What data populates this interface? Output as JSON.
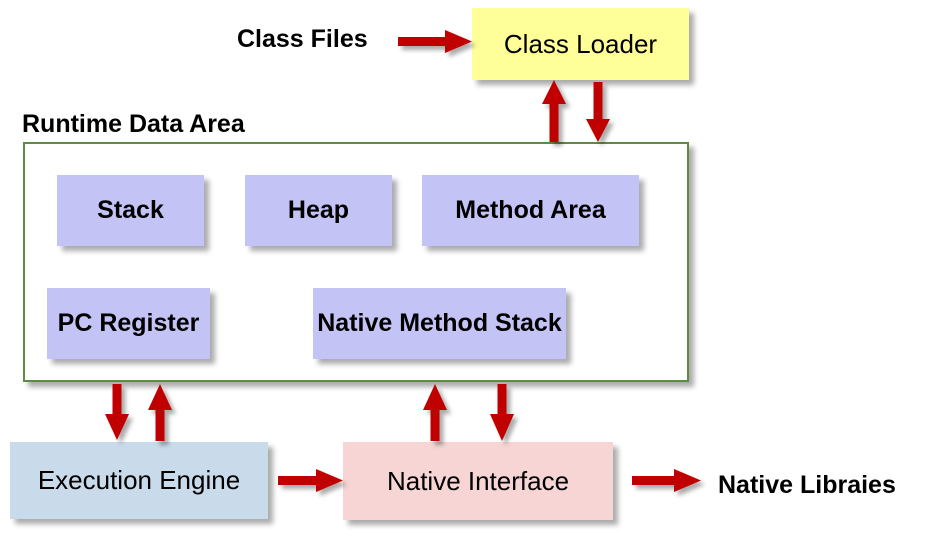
{
  "diagram": {
    "title": "JVM Architecture",
    "type": "block-diagram"
  },
  "labels": {
    "class_files": "Class Files",
    "runtime_data_area": "Runtime Data Area",
    "native_libraries": "Native Libraies"
  },
  "nodes": {
    "class_loader": "Class Loader",
    "stack": "Stack",
    "heap": "Heap",
    "method_area": "Method Area",
    "pc_register": "PC Register",
    "native_method_stack": "Native Method Stack",
    "execution_engine": "Execution Engine",
    "native_interface": "Native Interface"
  },
  "colors": {
    "class_loader_fill": "#ffff99",
    "memory_box_fill": "#c3c3f5",
    "execution_engine_fill": "#c9daea",
    "native_interface_fill": "#f8d5d5",
    "container_border": "#5f8a41",
    "arrow": "#c00000",
    "text": "#000000",
    "background": "#ffffff"
  },
  "arrows": [
    {
      "name": "class-files-to-class-loader",
      "direction": "right"
    },
    {
      "name": "runtime-to-class-loader",
      "direction": "up"
    },
    {
      "name": "class-loader-to-runtime",
      "direction": "down"
    },
    {
      "name": "runtime-to-execution-engine",
      "direction": "down"
    },
    {
      "name": "execution-engine-to-runtime",
      "direction": "up"
    },
    {
      "name": "native-interface-to-runtime",
      "direction": "up"
    },
    {
      "name": "runtime-to-native-interface",
      "direction": "down"
    },
    {
      "name": "execution-engine-to-native-interface",
      "direction": "right"
    },
    {
      "name": "native-interface-to-native-libraries",
      "direction": "right"
    }
  ]
}
